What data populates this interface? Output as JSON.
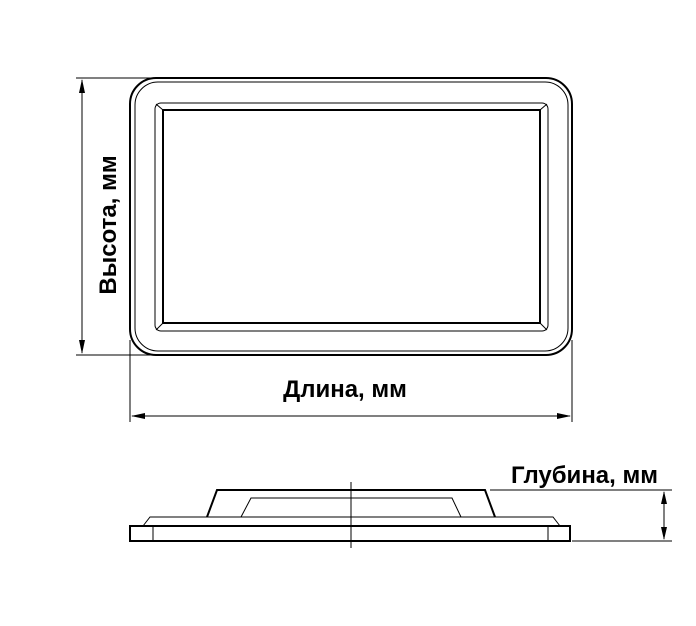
{
  "labels": {
    "height": "Высота, мм",
    "length": "Длина, мм",
    "depth": "Глубина, мм"
  }
}
